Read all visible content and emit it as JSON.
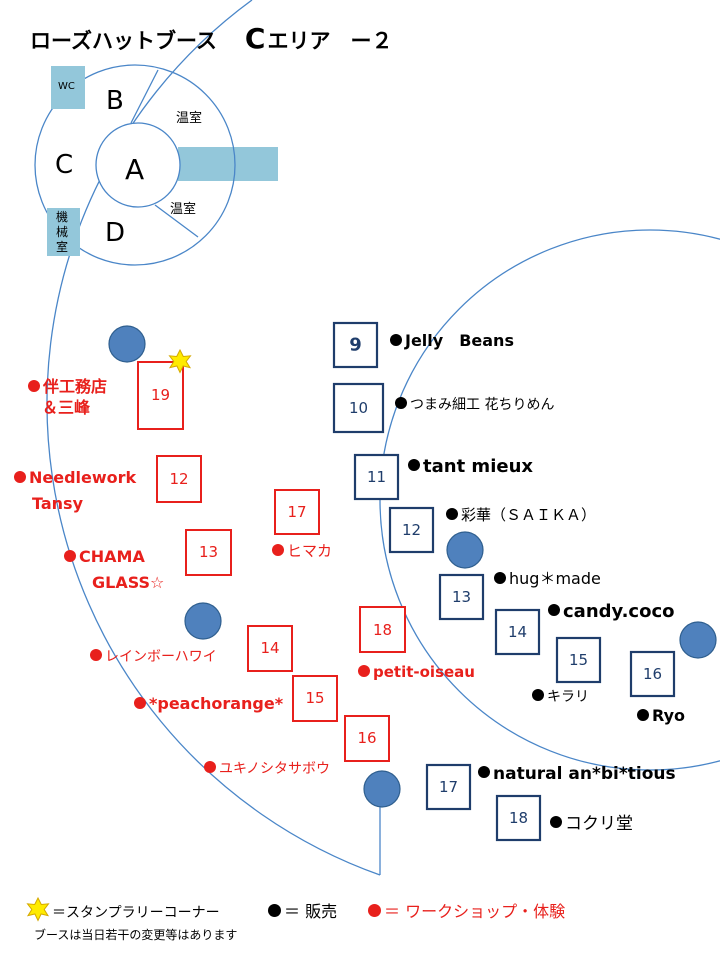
{
  "header": {
    "title": "ローズハットブース",
    "area_letter": "C",
    "area_suffix": "エリア",
    "area_number": "ー２"
  },
  "overview": {
    "zones": {
      "a": "A",
      "b": "B",
      "c": "C",
      "d": "D"
    },
    "wc": "WC",
    "machine_room": "機械室",
    "greenhouse_top": "温室",
    "greenhouse_bottom": "温室"
  },
  "booths_blue": [
    {
      "number": "9",
      "name": "Jelly　Beans"
    },
    {
      "number": "10",
      "name": "つまみ細工 花ちりめん"
    },
    {
      "number": "11",
      "name": "tant mieux"
    },
    {
      "number": "12",
      "name": "彩華（ＳＡＩＫＡ）"
    },
    {
      "number": "13",
      "name": "hug＊made"
    },
    {
      "number": "14",
      "name": "candy.coco"
    },
    {
      "number": "15",
      "name": "キラリ"
    },
    {
      "number": "16",
      "name": "Ryo"
    },
    {
      "number": "17",
      "name": "natural an*bi*tious"
    },
    {
      "number": "18",
      "name": "コクリ堂"
    }
  ],
  "booths_red": [
    {
      "number": "19",
      "name_line1": "伴工務店",
      "name_line2": "＆三峰"
    },
    {
      "number": "12",
      "name_line1": "Needlework",
      "name_line2": "Tansy"
    },
    {
      "number": "13",
      "name_line1": "CHAMA",
      "name_line2": "GLASS☆"
    },
    {
      "number": "14",
      "name": "レインボーハワイ"
    },
    {
      "number": "15",
      "name": "*peachorange*"
    },
    {
      "number": "16",
      "name": "ユキノシタサボウ"
    },
    {
      "number": "17",
      "name": "ヒマカ"
    },
    {
      "number": "18",
      "name": "petit-oiseau"
    }
  ],
  "legend": {
    "stamp": "＝スタンプラリーコーナー",
    "sale": "＝ 販売",
    "workshop": "＝ ワークショップ・体験"
  },
  "note": "ブースは当日若干の変更等はあります",
  "colors": {
    "blue_booth": "#1f3d6b",
    "red_booth": "#e8201c",
    "circle_line": "#4a86c8",
    "pillar": "#4f81bd",
    "room_fill": "#93c7da",
    "star": "#ffeb00"
  }
}
